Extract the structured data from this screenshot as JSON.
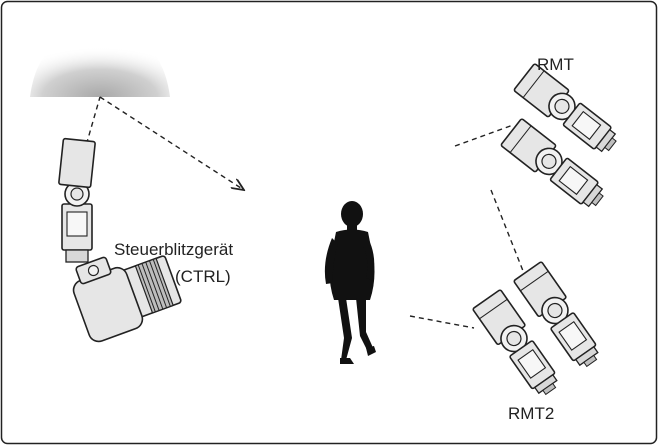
{
  "diagram": {
    "labels": {
      "rmt": "RMT",
      "ctrl_line1": "Steuerblitzgerät",
      "ctrl_line2": "(CTRL)",
      "rmt2": "RMT2"
    },
    "colors": {
      "border": "#222222",
      "flash_fill": "#e6e6e6",
      "silhouette": "#111111",
      "soft_light": "#bdbdbd"
    },
    "icons": {
      "controller": "camera-with-flash-icon",
      "remote": "speedlight-icon",
      "subject": "person-silhouette-icon"
    }
  }
}
